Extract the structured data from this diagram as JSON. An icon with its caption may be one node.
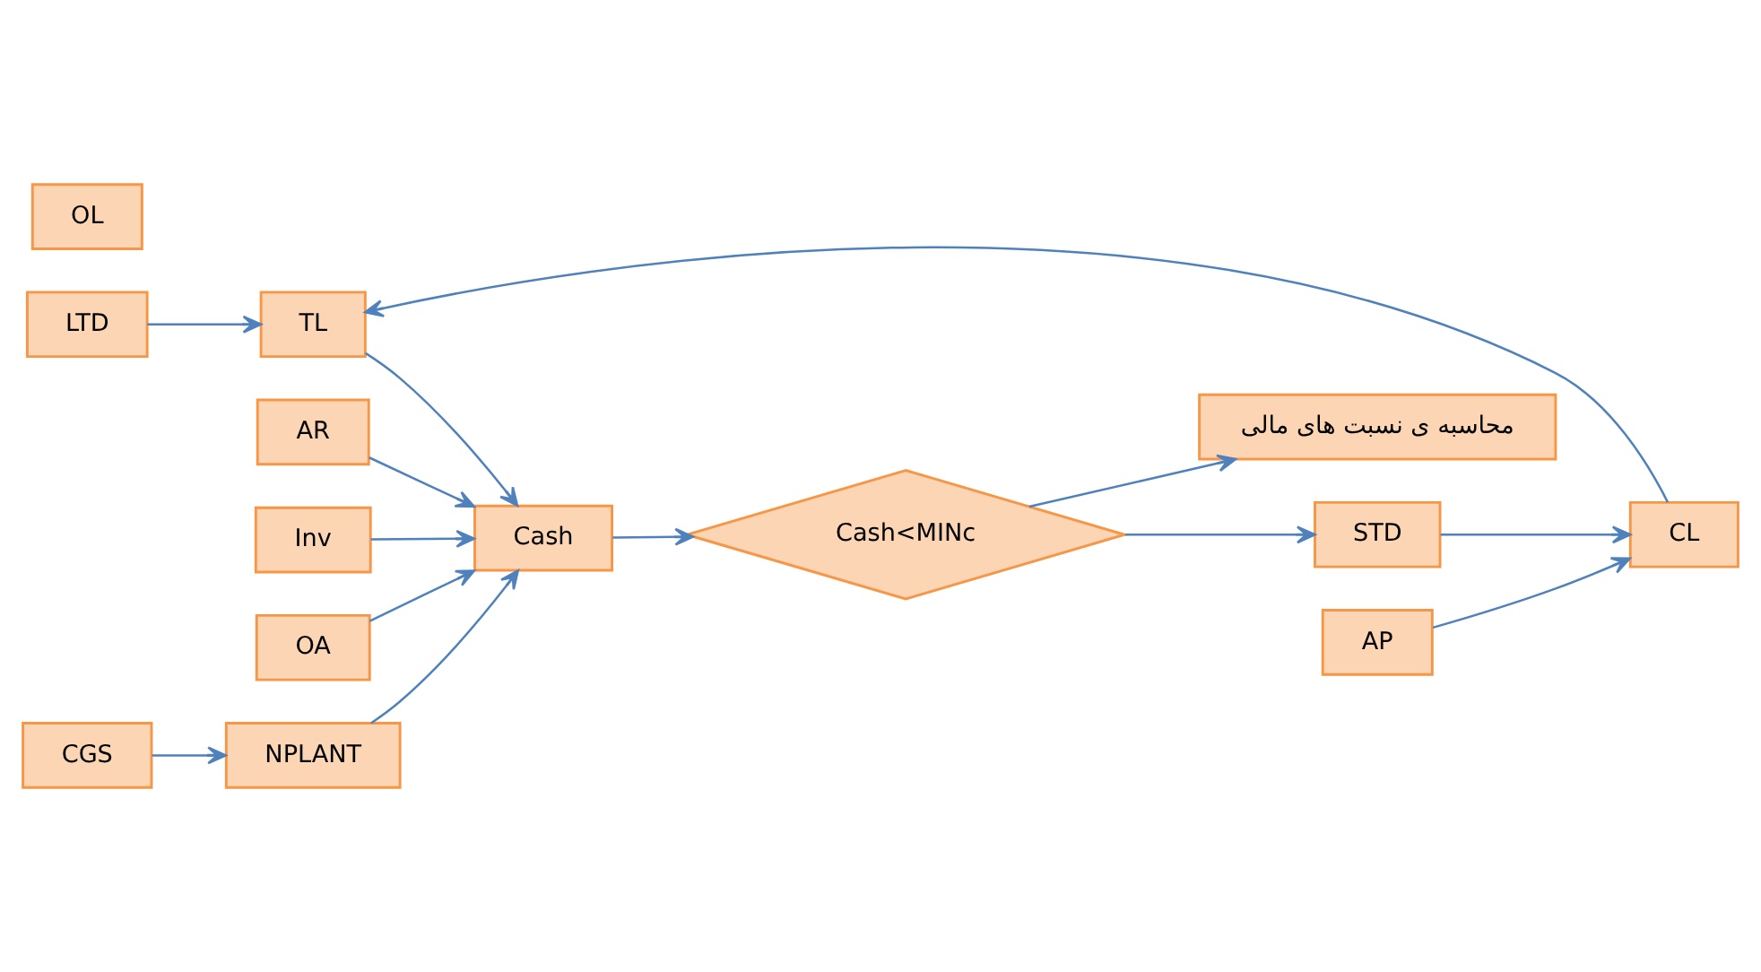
{
  "diagram": {
    "nodes": [
      {
        "text": [
          "LTD"
        ]
      },
      {
        "text": [
          "OL"
        ]
      },
      {
        "text": [
          "AP"
        ]
      },
      {
        "text": [
          "AR"
        ]
      },
      {
        "text": [
          "TL"
        ]
      },
      {
        "text": [
          "CL"
        ]
      },
      {
        "text": [
          "STD"
        ]
      },
      {
        "text": [
          "Inv"
        ]
      },
      {
        "text": [
          "Cash"
        ]
      },
      {
        "text": [
          "Cash<MINc"
        ]
      },
      {
        "text": [
          "OA"
        ]
      },
      {
        "text": [
          "NPLANT"
        ]
      },
      {
        "text": [
          "CGS"
        ]
      },
      {
        "text": [
          "محاسبه ی نسبت های مالی"
        ]
      }
    ],
    "edges": [
      {
        "from": 0,
        "to": 4,
        "arrow": "to"
      },
      {
        "from": 2,
        "to": 5,
        "arrow": "to"
      },
      {
        "from": 5,
        "to": 4,
        "arrow": "to"
      },
      {
        "from": 6,
        "to": 5,
        "arrow": "to"
      },
      {
        "from": 3,
        "to": 8,
        "arrow": "to"
      },
      {
        "from": 4,
        "to": 8,
        "arrow": "to"
      },
      {
        "from": 7,
        "to": 8,
        "arrow": "to"
      },
      {
        "from": 10,
        "to": 8,
        "arrow": "to"
      },
      {
        "from": 11,
        "to": 8,
        "arrow": "to"
      },
      {
        "from": 8,
        "to": 9,
        "arrow": "to"
      },
      {
        "from": 9,
        "to": 6,
        "arrow": "to"
      },
      {
        "from": 9,
        "to": 13,
        "arrow": "to"
      },
      {
        "from": 12,
        "to": 11,
        "arrow": "to"
      }
    ]
  }
}
